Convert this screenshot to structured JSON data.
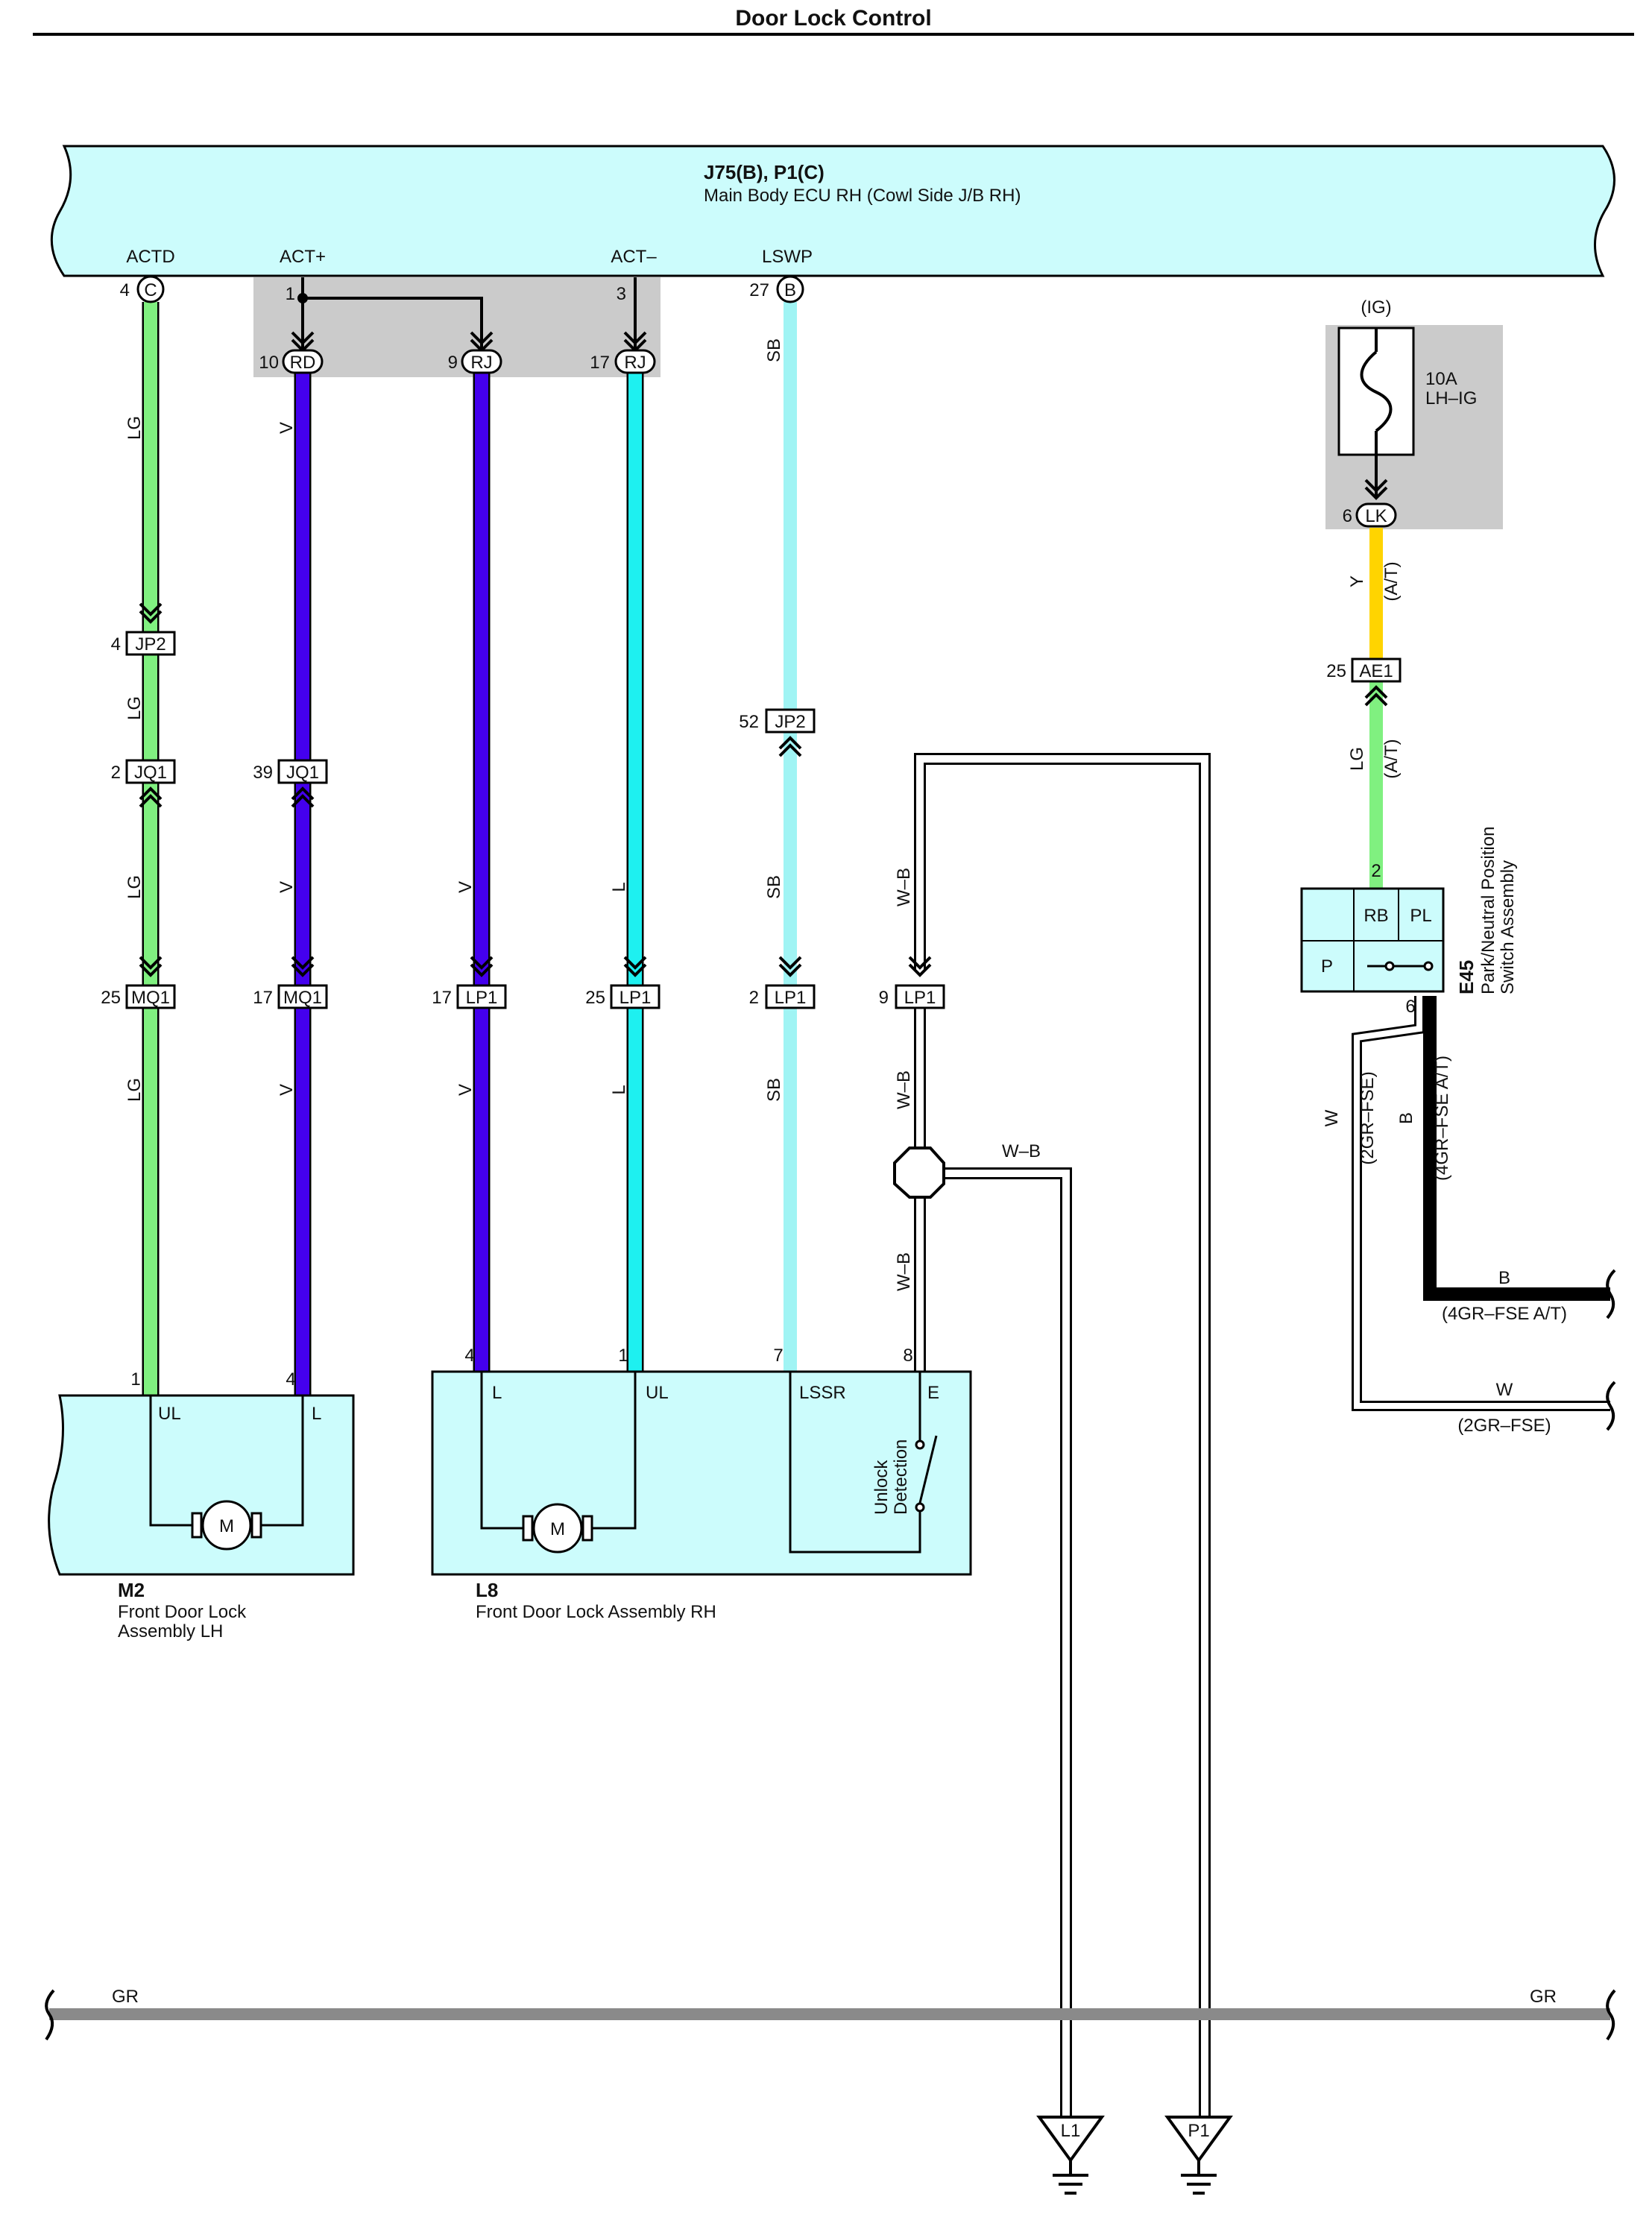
{
  "page": {
    "title": "Door Lock Control"
  },
  "colors": {
    "LG": "#80f080",
    "V": "#4400ee",
    "L": "#1ef0f0",
    "SB": "#a0f4f4",
    "Y": "#ffd400",
    "B": "#000000",
    "W": "#ffffff",
    "WB": "#ffffff",
    "GR": "#8a8a8a",
    "component_fill": "#ccfcfc",
    "shaded_box": "#cbcbcb"
  },
  "ecu": {
    "code": "J75(B), P1(C)",
    "name": "Main Body ECU RH (Cowl Side J/B RH)",
    "pins": [
      {
        "label": "ACTD",
        "num": "4",
        "conn": "C"
      },
      {
        "label": "ACT+",
        "num": "1",
        "conn": ""
      },
      {
        "label": "ACT–",
        "num": "3",
        "conn": ""
      },
      {
        "label": "LSWP",
        "num": "27",
        "conn": "B"
      }
    ]
  },
  "jb_connectors": [
    {
      "num": "10",
      "label": "RD"
    },
    {
      "num": "9",
      "label": "RJ"
    },
    {
      "num": "17",
      "label": "RJ"
    }
  ],
  "fuse": {
    "circuit": "(IG)",
    "rating": "10A",
    "name": "LH–IG",
    "pin": "6",
    "conn": "LK"
  },
  "wires": {
    "actd": [
      "LG",
      "LG",
      "LG",
      "LG"
    ],
    "actp": [
      "V",
      "V",
      "V"
    ],
    "rj9": [
      "V",
      "V"
    ],
    "act_minus": [
      "L",
      "L"
    ],
    "lswp": [
      "SB",
      "SB",
      "SB"
    ],
    "wb": [
      "W–B",
      "W–B",
      "W–B"
    ],
    "wb_branch": "W–B",
    "ig": {
      "color": "Y",
      "note": "(A/T)"
    },
    "ig2": {
      "color": "LG",
      "note": "(A/T)"
    },
    "e45_b": {
      "color": "B",
      "note": "(4GR–FSE A/T)"
    },
    "e45_w": {
      "color": "W",
      "note": "(2GR–FSE)"
    },
    "ground_bus": "GR"
  },
  "connectors": {
    "jp2_a": {
      "num": "4",
      "label": "JP2"
    },
    "jq1_a": {
      "num": "2",
      "label": "JQ1"
    },
    "mq1_a": {
      "num": "25",
      "label": "MQ1"
    },
    "jq1_b": {
      "num": "39",
      "label": "JQ1"
    },
    "mq1_b": {
      "num": "17",
      "label": "MQ1"
    },
    "lp1_a": {
      "num": "17",
      "label": "LP1"
    },
    "lp1_b": {
      "num": "25",
      "label": "LP1"
    },
    "jp2_b": {
      "num": "52",
      "label": "JP2"
    },
    "lp1_c": {
      "num": "2",
      "label": "LP1"
    },
    "lp1_d": {
      "num": "9",
      "label": "LP1"
    },
    "ae1": {
      "num": "25",
      "label": "AE1"
    }
  },
  "m2": {
    "code": "M2",
    "name_line1": "Front Door Lock",
    "name_line2": "Assembly LH",
    "pins": [
      {
        "num": "1",
        "label": "UL"
      },
      {
        "num": "4",
        "label": "L"
      }
    ],
    "motor": "M"
  },
  "l8": {
    "code": "L8",
    "name": "Front Door Lock Assembly RH",
    "pins": [
      {
        "num": "4",
        "label": "L"
      },
      {
        "num": "1",
        "label": "UL"
      },
      {
        "num": "7",
        "label": "LSSR"
      },
      {
        "num": "8",
        "label": "E"
      }
    ],
    "motor": "M",
    "switch_line1": "Unlock",
    "switch_line2": "Detection"
  },
  "e45": {
    "code": "E45",
    "name_line1": "Park/Neutral Position",
    "name_line2": "Switch Assembly",
    "pin_in": "2",
    "pin_out": "6",
    "cells": [
      "RB",
      "PL",
      "P"
    ]
  },
  "e45_out": {
    "b_color": "B",
    "b_note": "(4GR–FSE A/T)",
    "w_color": "W",
    "w_note": "(2GR–FSE)"
  },
  "ground_bus": {
    "left": "GR",
    "right": "GR"
  },
  "grounds": [
    {
      "label": "L1"
    },
    {
      "label": "P1"
    }
  ]
}
